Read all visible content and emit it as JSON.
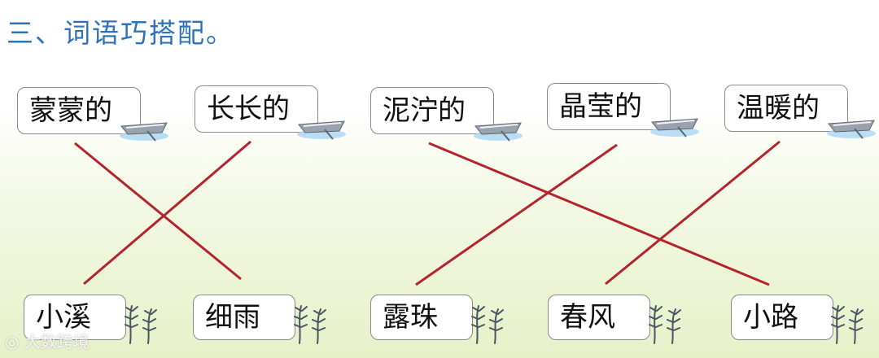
{
  "heading": "三、词语巧搭配。",
  "top_words": [
    "蒙蒙的",
    "长长的",
    "泥泞的",
    "晶莹的",
    "温暖的"
  ],
  "bottom_words": [
    "小溪",
    "细雨",
    "露珠",
    "春风",
    "小路"
  ],
  "matches": [
    {
      "from": "蒙蒙的",
      "to": "细雨"
    },
    {
      "from": "长长的",
      "to": "小溪"
    },
    {
      "from": "泥泞的",
      "to": "小路"
    },
    {
      "from": "晶莹的",
      "to": "露珠"
    },
    {
      "from": "温暖的",
      "to": "春风"
    }
  ],
  "line_color": "#b3242c",
  "title_color": "#2e73b8",
  "watermark": "大数跨境"
}
